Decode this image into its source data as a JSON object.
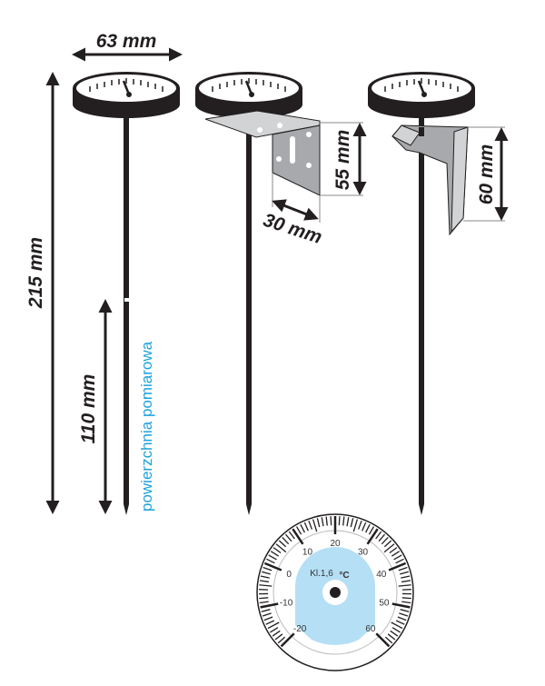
{
  "dimensions": {
    "dial_diameter": "63 mm",
    "total_length": "215 mm",
    "measuring_length": "110 mm",
    "bracket_height": "55 mm",
    "bracket_width": "30 mm",
    "hook_height": "60 mm"
  },
  "measuring_surface_label": "powierzchnia pomiarowa",
  "dial": {
    "scale_labels": [
      "-20",
      "-10",
      "0",
      "10",
      "20",
      "30",
      "40",
      "50",
      "60"
    ],
    "class_label": "Kl.1,6",
    "unit": "°C"
  },
  "colors": {
    "ink": "#231f20",
    "accent": "#1ba1dc",
    "dial_face": "#b5dff5",
    "bracket": "#a7a9ac"
  }
}
